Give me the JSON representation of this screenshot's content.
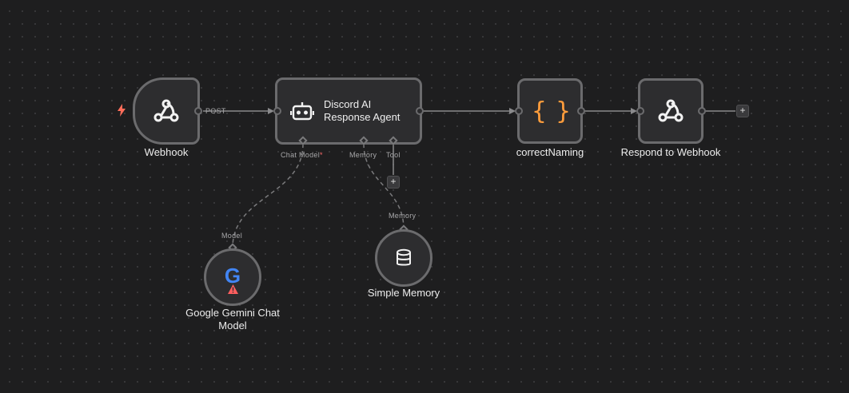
{
  "nodes": {
    "webhook": {
      "label": "Webhook",
      "output_label": "POST"
    },
    "agent": {
      "title_line1": "Discord AI",
      "title_line2": "Response Agent",
      "inputs": {
        "chat_model": "Chat Model",
        "chat_model_required": "*",
        "memory": "Memory",
        "tool": "Tool"
      }
    },
    "correct_naming": {
      "label": "correctNaming",
      "icon_text": "{ }"
    },
    "respond": {
      "label": "Respond to Webhook"
    },
    "gemini": {
      "label": "Google Gemini Chat Model",
      "input_label": "Model",
      "icon_text": "G"
    },
    "memory": {
      "label": "Simple Memory",
      "input_label": "Memory"
    }
  },
  "buttons": {
    "add_label": "+"
  },
  "colors": {
    "accent_orange": "#ff9d3c",
    "trigger_red": "#ff6d5a",
    "warning_red": "#ff5f5f",
    "border": "#6b6b6d",
    "node_bg": "#2d2d2f",
    "edge": "#8a8a8c"
  }
}
